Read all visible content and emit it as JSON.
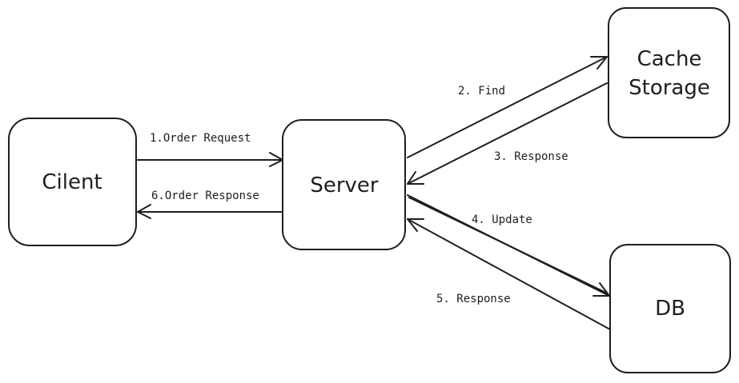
{
  "nodes": {
    "client": {
      "label": "Cilent"
    },
    "server": {
      "label": "Server"
    },
    "cache": {
      "label_line1": "Cache",
      "label_line2": "Storage"
    },
    "db": {
      "label": "DB"
    }
  },
  "edges": {
    "order_request": {
      "label": "1.Order Request"
    },
    "find": {
      "label": "2. Find"
    },
    "cache_response": {
      "label": "3. Response"
    },
    "update": {
      "label": "4. Update"
    },
    "db_response": {
      "label": "5. Response"
    },
    "order_response": {
      "label": "6.Order Response"
    }
  },
  "colors": {
    "stroke": "#1e1e1e",
    "background": "#ffffff"
  }
}
